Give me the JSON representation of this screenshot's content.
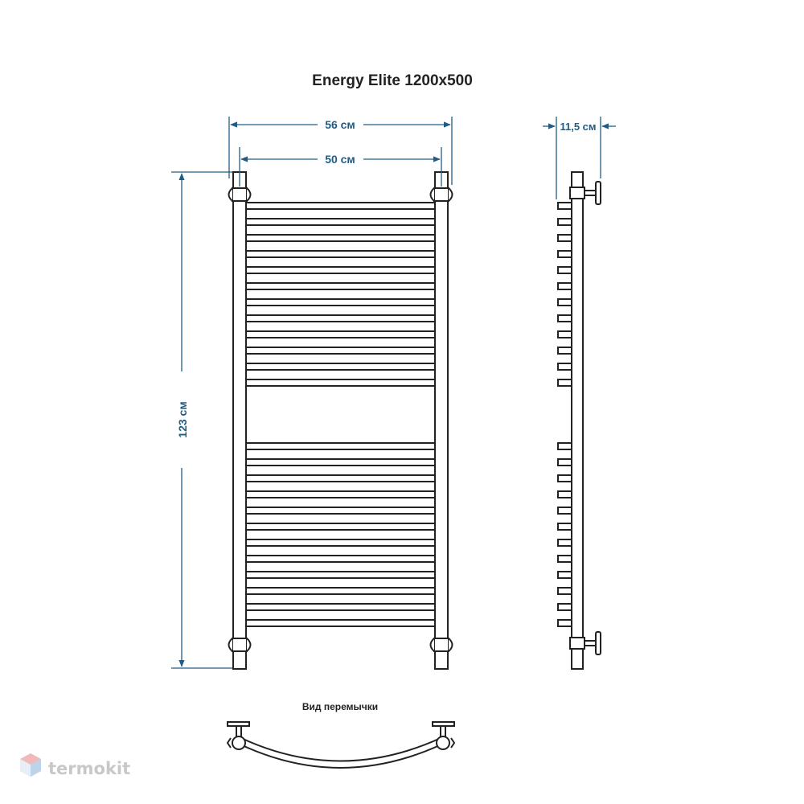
{
  "title": "Energy Elite 1200x500",
  "dimensions": {
    "outer_width": "56 см",
    "center_width": "50 см",
    "height": "123 см",
    "depth": "11,5 см"
  },
  "bridge_caption": "Вид перемычки",
  "watermark": "termokit",
  "colors": {
    "dimension": "#1f5d86",
    "line": "#222222",
    "watermark": "#c8c8c8"
  },
  "rails": {
    "upper_group": 12,
    "lower_group": 12
  }
}
